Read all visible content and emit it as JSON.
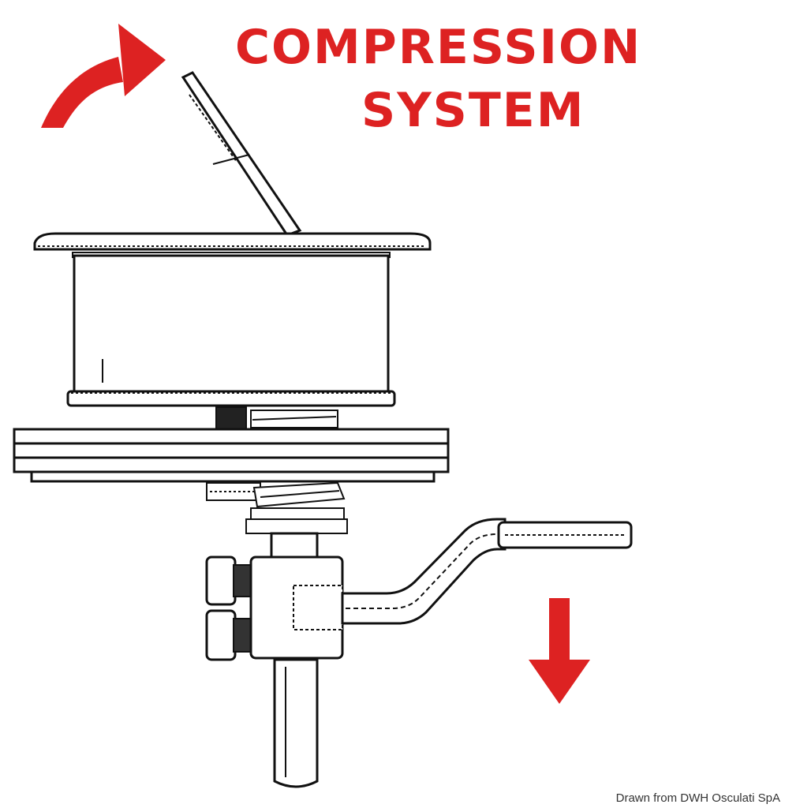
{
  "title": {
    "line1": "COMPRESSION",
    "line2": "SYSTEM"
  },
  "credit": "Drawn from DWH Osculati SpA",
  "colors": {
    "accent_red": "#dd2222",
    "line_black": "#111111",
    "background": "#ffffff"
  },
  "icons": {
    "curved_arrow": "curved-arrow-icon",
    "down_arrow": "down-arrow-icon"
  }
}
